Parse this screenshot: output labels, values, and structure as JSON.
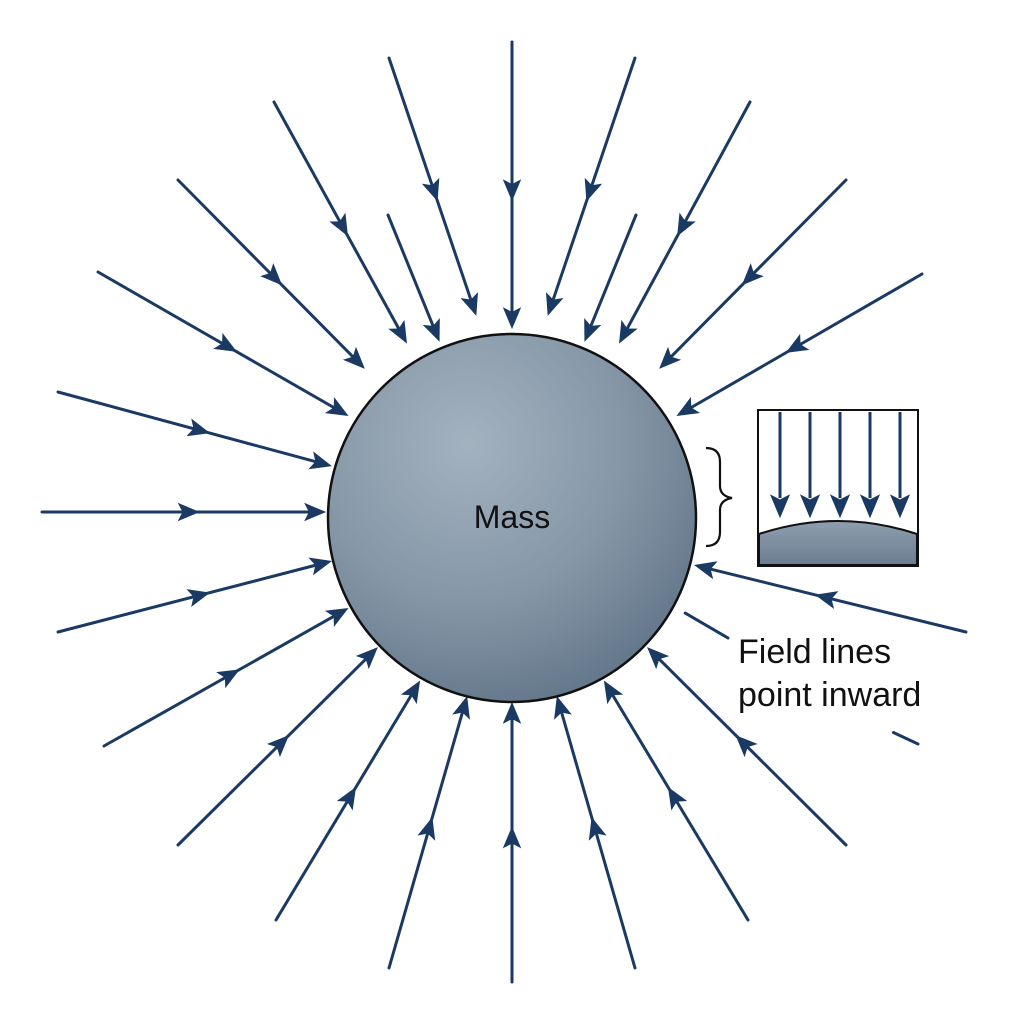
{
  "labels": {
    "mass": "Mass",
    "caption_line1": "Field lines",
    "caption_line2": "point inward"
  },
  "colors": {
    "field_line": "#1b3a63",
    "sphere_light": "#9aaab8",
    "sphere_dark": "#5e7286",
    "outline": "#111111",
    "background": "#ffffff"
  },
  "field": {
    "direction": "inward",
    "inset_arrow_count": 5
  }
}
